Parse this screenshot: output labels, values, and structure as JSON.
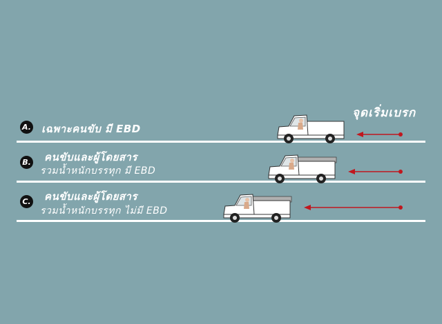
{
  "heading": "จุดเริ่มเบรก",
  "rows": [
    {
      "letter": "A.",
      "line1": "เฉพาะคนขับ มี EBD",
      "line2": ""
    },
    {
      "letter": "B.",
      "line1": "คนขับและผู้โดยสาร",
      "line2": "รวมน้ำหนักบรรทุก มี EBD"
    },
    {
      "letter": "C.",
      "line1": "คนขับและผู้โดยสาร",
      "line2": "รวมน้ำหนักบรรทุก ไม่มี EBD"
    }
  ],
  "colors": {
    "background": "#82a5ac",
    "line": "#ffffff",
    "arrow": "#c0171e",
    "badge": "#111111"
  },
  "icons": [
    "pickup-truck-icon",
    "brake-arrow-icon"
  ]
}
